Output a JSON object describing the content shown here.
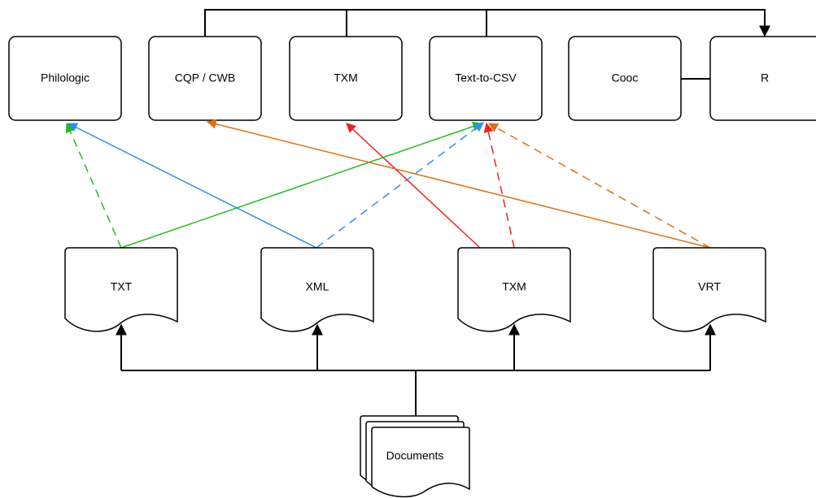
{
  "tools": [
    {
      "id": "philologic",
      "label": "Philologic"
    },
    {
      "id": "cqp",
      "label": "CQP / CWB"
    },
    {
      "id": "txm-tool",
      "label": "TXM"
    },
    {
      "id": "text-to-csv",
      "label": "Text-to-CSV"
    },
    {
      "id": "cooc",
      "label": "Cooc"
    },
    {
      "id": "r",
      "label": "R"
    }
  ],
  "formats": [
    {
      "id": "txt",
      "label": "TXT"
    },
    {
      "id": "xml",
      "label": "XML"
    },
    {
      "id": "txm-format",
      "label": "TXM"
    },
    {
      "id": "vrt",
      "label": "VRT"
    }
  ],
  "source": {
    "label": "Documents"
  },
  "colors": {
    "txt": "#22bb22",
    "xml": "#2f8fe6",
    "txm": "#ee2222",
    "vrt": "#d8731c",
    "outline": "#000000"
  }
}
